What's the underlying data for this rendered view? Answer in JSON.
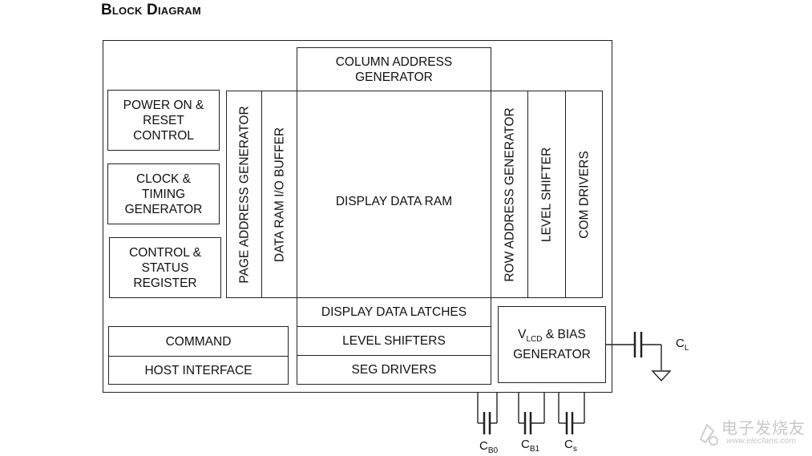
{
  "title": "Block Diagram",
  "blocks": {
    "column_address_generator": "COLUMN ADDRESS\nGENERATOR",
    "power_on_reset": "POWER ON &\nRESET\nCONTROL",
    "clock_timing": "CLOCK &\nTIMING\nGENERATOR",
    "control_status": "CONTROL &\nSTATUS\nREGISTER",
    "page_address_generator": "PAGE ADDRESS GENERATOR",
    "data_ram_io_buffer": "DATA RAM I/O BUFFER",
    "display_data_ram": "DISPLAY DATA RAM",
    "row_address_generator": "ROW ADDRESS GENERATOR",
    "level_shifter": "LEVEL SHIFTER",
    "com_drivers": "COM DRIVERS",
    "display_data_latches": "DISPLAY DATA LATCHES",
    "level_shifters": "LEVEL SHIFTERS",
    "seg_drivers": "SEG DRIVERS",
    "command": "COMMAND",
    "host_interface": "HOST INTERFACE",
    "vlcd_main": "V",
    "vlcd_sub": "LCD",
    "vlcd_rest": " & BIAS",
    "vlcd_line2": "GENERATOR"
  },
  "capacitors": {
    "cl_main": "C",
    "cl_sub": "L",
    "cb0_main": "C",
    "cb0_sub": "B0",
    "cb1_main": "C",
    "cb1_sub": "B1",
    "cs_main": "C",
    "cs_sub": "s"
  },
  "watermark": {
    "text": "电子发烧友",
    "url": "www.elecfans.com"
  }
}
